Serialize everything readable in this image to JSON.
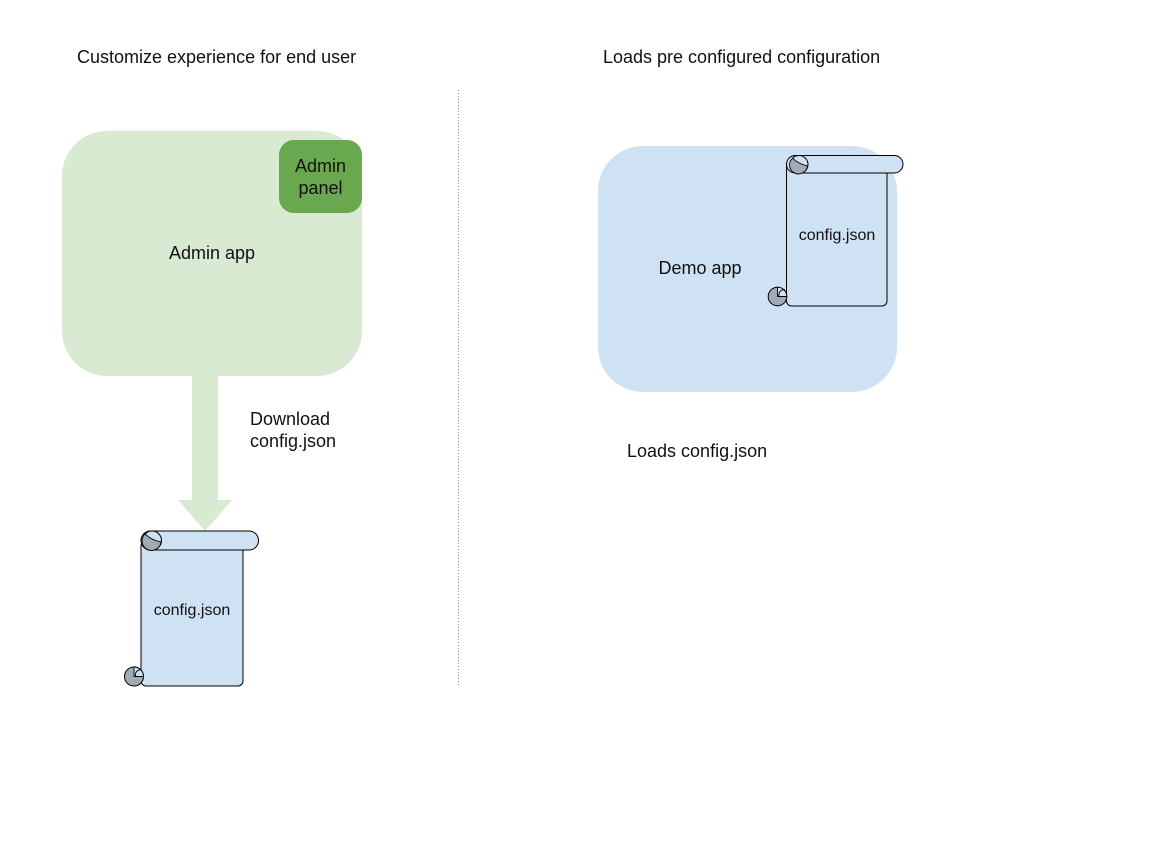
{
  "left": {
    "title": "Customize experience for end user",
    "app_label": "Admin app",
    "panel_label": "Admin panel",
    "arrow_label": "Download\nconfig.json",
    "file_label": "config.json"
  },
  "right": {
    "title": "Loads pre configured configuration",
    "app_label": "Demo app",
    "file_label": "config.json",
    "caption": "Loads config.json"
  },
  "colors": {
    "light_green": "#d9ead3",
    "dark_green": "#6aa84f",
    "light_blue": "#cfe2f3",
    "curl_gray": "#a2abb3",
    "outline": "#000000",
    "divider_gray": "#8d8d8d",
    "text": "#111111"
  }
}
